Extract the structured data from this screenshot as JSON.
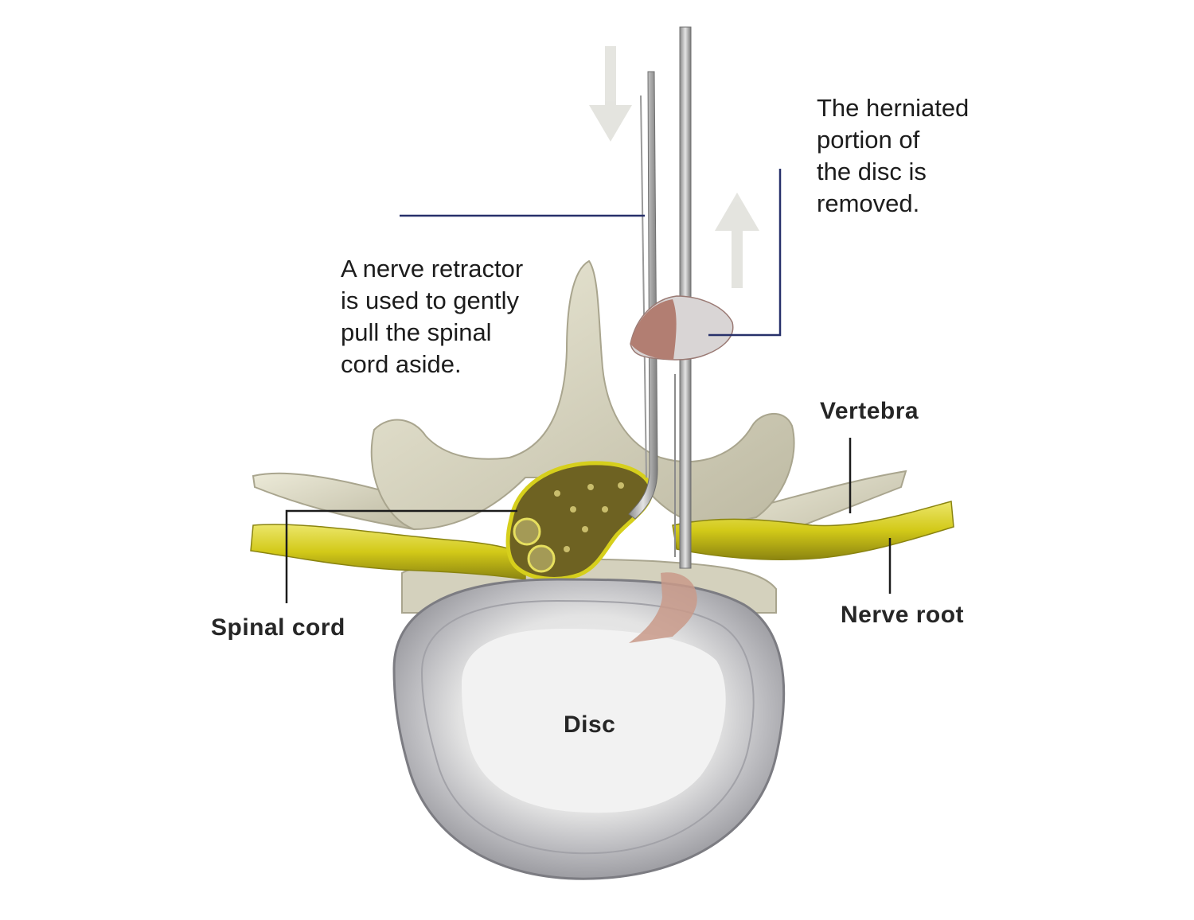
{
  "labels": {
    "herniated_caption": [
      "The herniated",
      "portion of",
      "the disc is",
      "removed."
    ],
    "retractor_caption": [
      "A nerve retractor",
      "is used to gently",
      "pull the spinal",
      "cord aside."
    ],
    "vertebra": "Vertebra",
    "spinal_cord": "Spinal cord",
    "nerve_root": "Nerve root",
    "disc": "Disc"
  },
  "colors": {
    "background": "#ffffff",
    "bone": "#dcdac8",
    "bone_shadow": "#b9b6a0",
    "nerve": "#d6cf1c",
    "nerve_dark": "#8f8a10",
    "spinal_cord_fill": "#6f6221",
    "disc_outer": "#9c9ca0",
    "disc_inner": "#eeeeee",
    "herniation": "#b88a7a",
    "instrument": "#bdbdbd",
    "leader_line": "#27306a",
    "arrow": "#dadad2"
  },
  "icons": [
    "down-arrow-icon",
    "up-arrow-icon"
  ]
}
